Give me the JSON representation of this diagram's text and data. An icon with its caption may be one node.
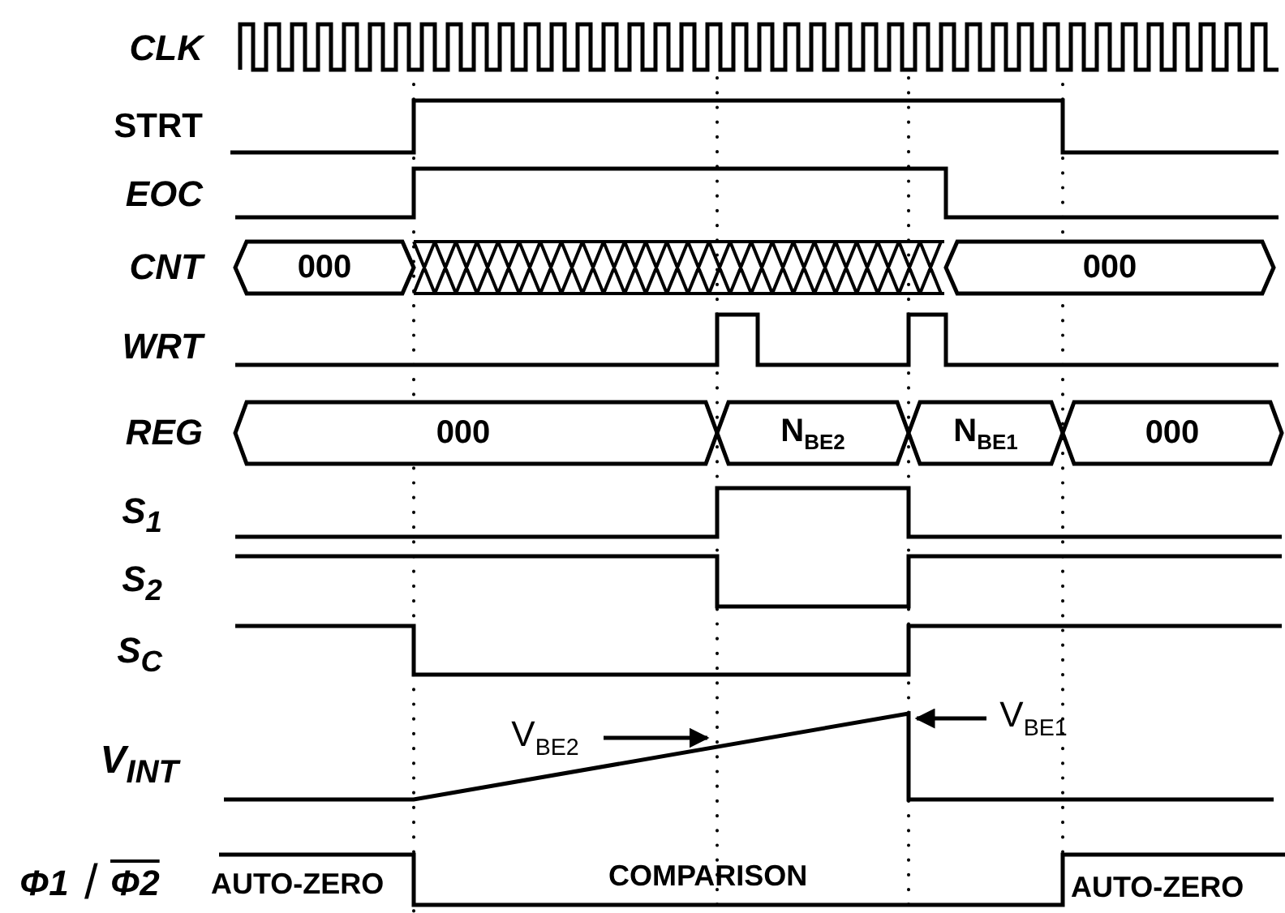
{
  "diagram": {
    "nodes": [
      {
        "text": [
          "000"
        ]
      },
      {
        "text": [
          "000"
        ]
      },
      {
        "text": [
          "000"
        ]
      },
      {
        "text": [
          "N$_{BE2}$"
        ]
      },
      {
        "text": [
          "N$_{BE1}$"
        ]
      },
      {
        "text": [
          "000"
        ]
      },
      {
        "text": [
          "V$_{BE2}$"
        ]
      },
      {
        "text": [
          "V$_{BE1}$"
        ]
      }
    ],
    "edges": [
      {
        "from": 6,
        "to": null,
        "arrow": "to"
      },
      {
        "from": 7,
        "to": null,
        "arrow": "to"
      }
    ],
    "labels": [
      "CLK",
      "STRT",
      "EOC",
      "CNT",
      "WRT",
      "REG",
      "S$_{1}$",
      "S$_{2}$",
      "S$_{C}$",
      "V$_{INT}$",
      "Φ1",
      "/",
      "Φ2",
      "AUTO-ZERO",
      "COMPARISON",
      "AUTO-ZERO"
    ]
  }
}
